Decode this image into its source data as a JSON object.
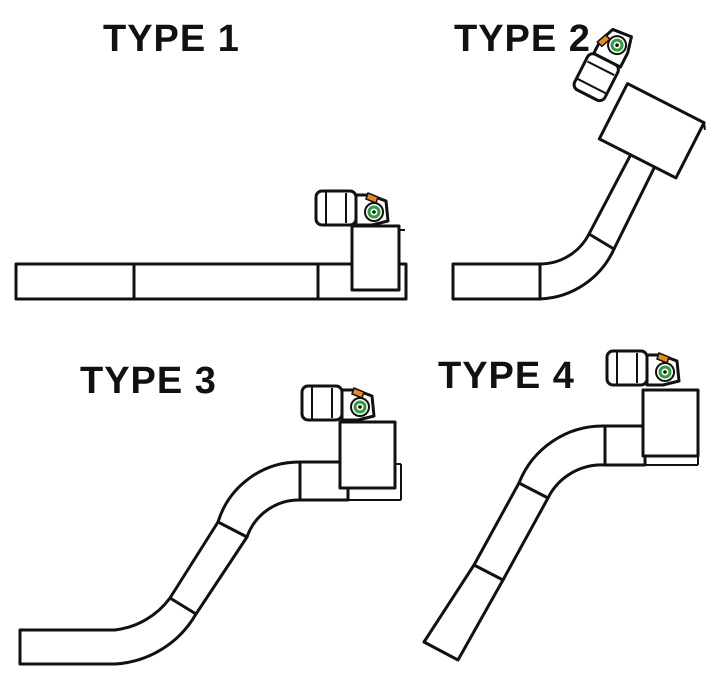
{
  "labels": {
    "type1": "TYPE 1",
    "type2": "TYPE 2",
    "type3": "TYPE 3",
    "type4": "TYPE 4"
  },
  "colors": {
    "outline": "#111111",
    "background": "#ffffff",
    "gear_accent": "#2e9e3a",
    "motor_accent": "#e58a1f"
  },
  "icons": [
    "gear-motor-icon"
  ]
}
